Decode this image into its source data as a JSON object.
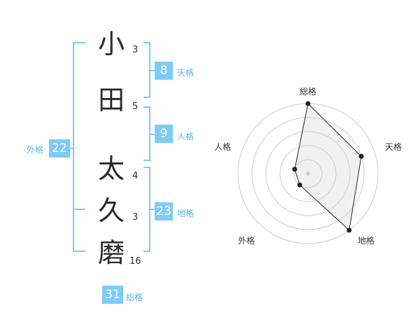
{
  "name": {
    "chars": [
      {
        "char": "小",
        "strokes": "3"
      },
      {
        "char": "田",
        "strokes": "5"
      },
      {
        "char": "太",
        "strokes": "4"
      },
      {
        "char": "久",
        "strokes": "3"
      },
      {
        "char": "磨",
        "strokes": "16"
      }
    ]
  },
  "kaku": {
    "tenkaku": {
      "value": "8",
      "label": "天格"
    },
    "jinkaku": {
      "value": "9",
      "label": "人格"
    },
    "chikaku": {
      "value": "23",
      "label": "地格"
    },
    "gaikaku": {
      "value": "22",
      "label": "外格"
    },
    "soukaku": {
      "value": "31",
      "label": "総格"
    }
  },
  "colors": {
    "accent": "#7ecbf5",
    "label": "#5bb4e6"
  },
  "chart_data": {
    "type": "radar",
    "axes": [
      "総格",
      "天格",
      "地格",
      "外格",
      "人格"
    ],
    "values": [
      5,
      4,
      5,
      1,
      1
    ],
    "max": 5,
    "rings": 5,
    "grid": true
  }
}
